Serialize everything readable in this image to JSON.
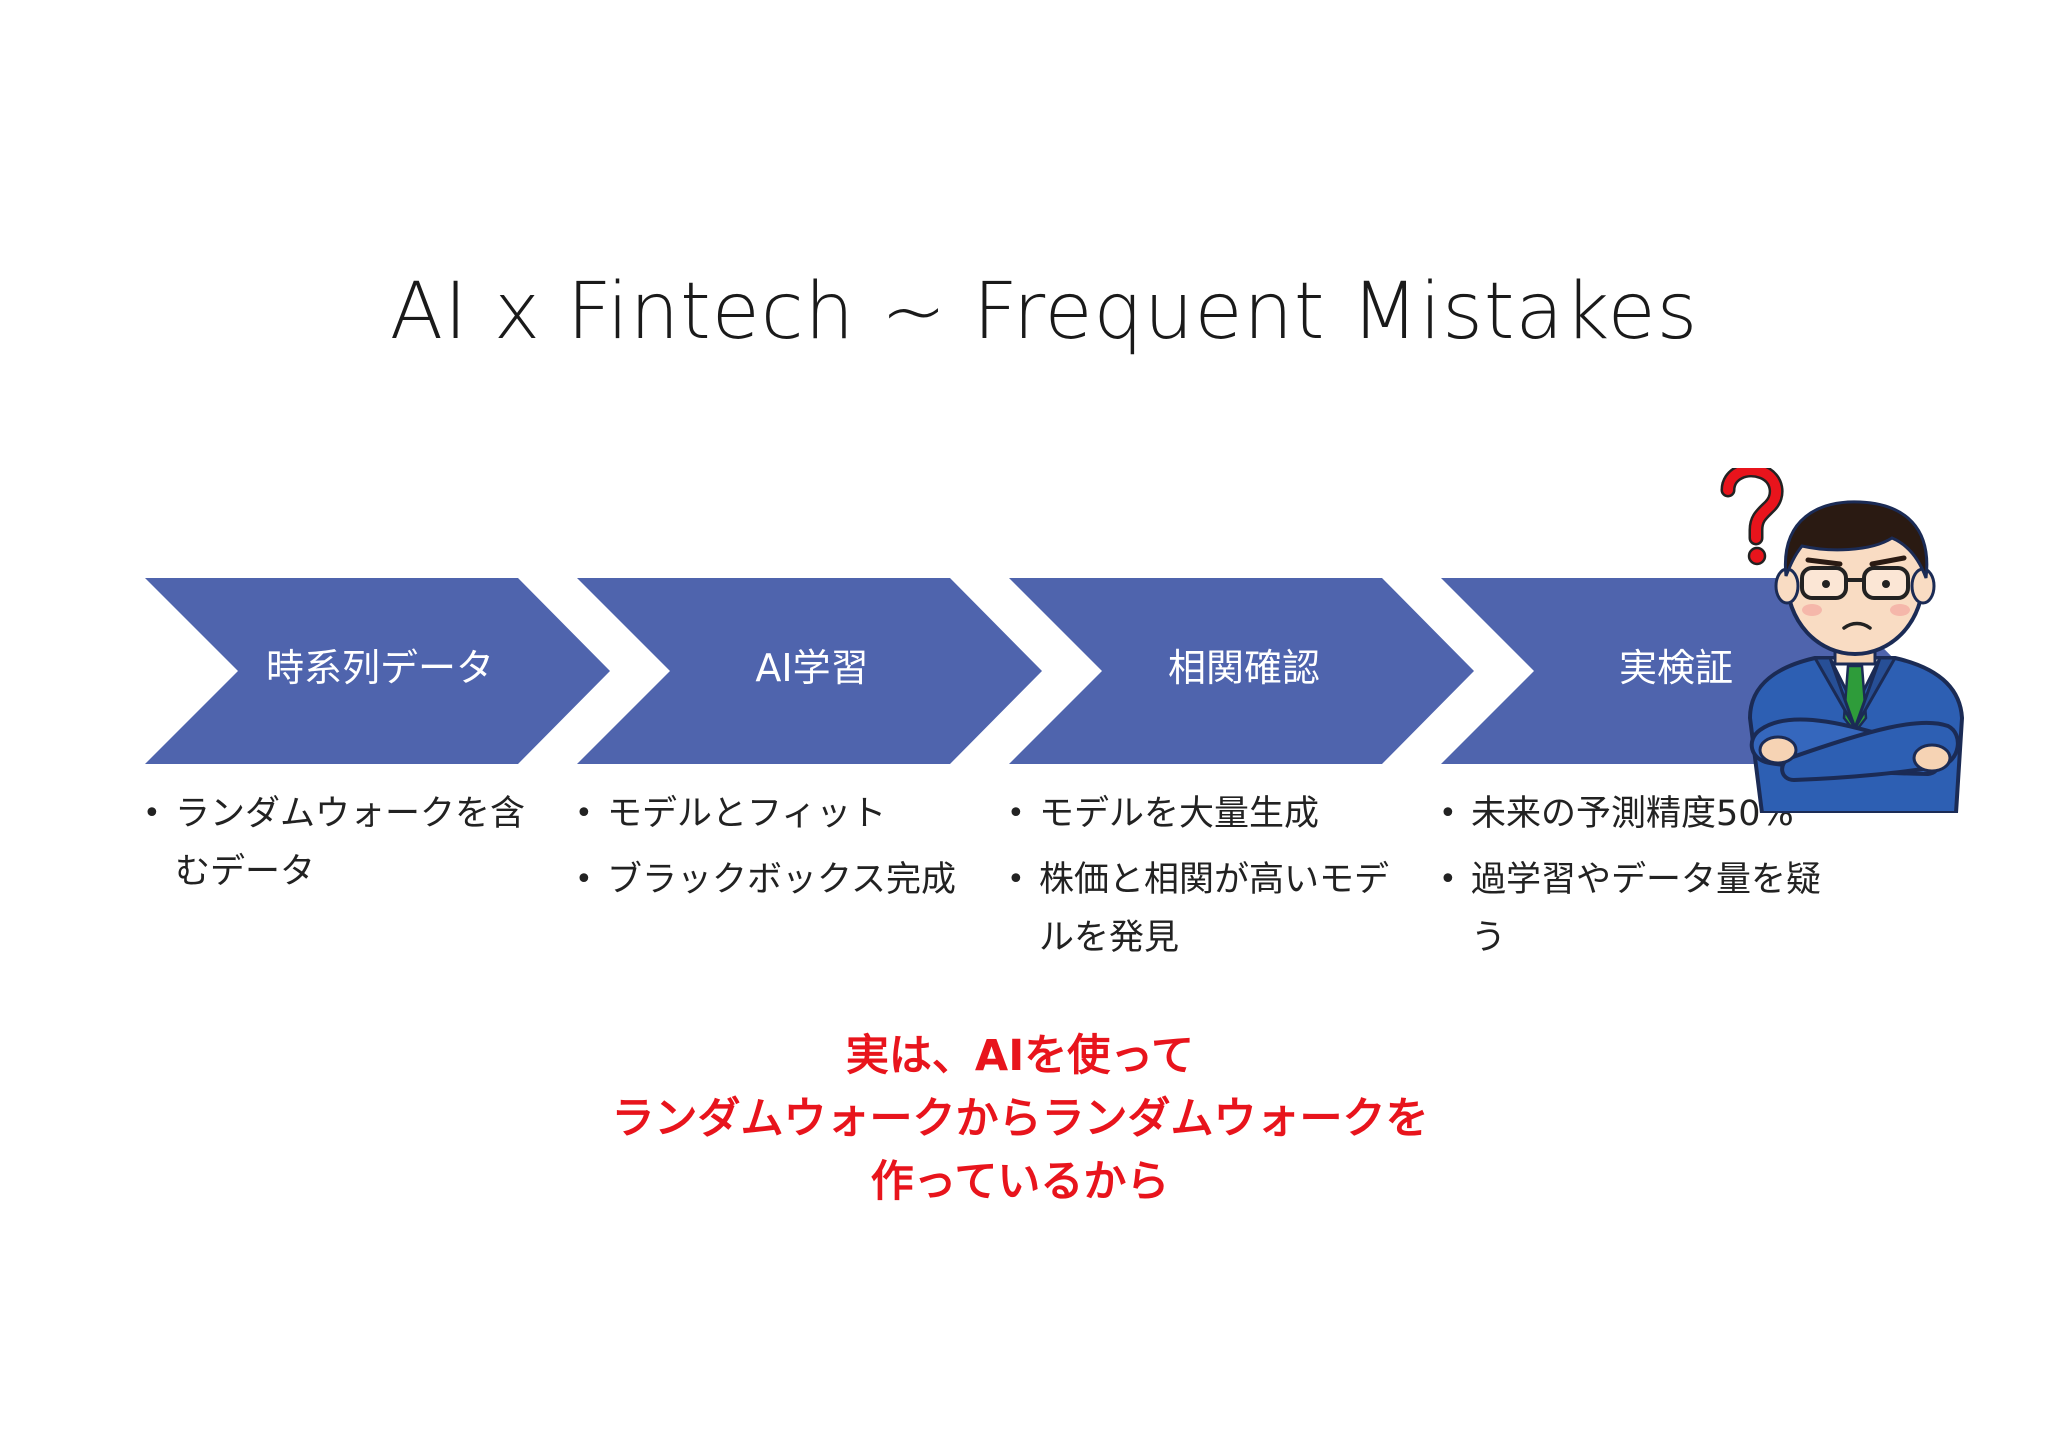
{
  "title": "AI x Fintech ~ Frequent Mistakes",
  "colors": {
    "chevron": "#4f64ad",
    "conclusion": "#e8141c",
    "question_mark": "#e8141c"
  },
  "steps": [
    {
      "label": "時系列データ",
      "bullets": [
        "ランダムウォークを含むデータ"
      ]
    },
    {
      "label": "AI学習",
      "bullets": [
        "モデルとフィット",
        "ブラックボックス完成"
      ]
    },
    {
      "label": "相関確認",
      "bullets": [
        "モデルを大量生成",
        "株価と相関が高いモデルを発見"
      ]
    },
    {
      "label": "実検証",
      "bullets": [
        "未来の予測精度50%",
        "過学習やデータ量を疑う"
      ]
    }
  ],
  "conclusion": {
    "line1": "実は、AIを使って",
    "line2": "ランダムウォークからランダムウォークを",
    "line3": "作っているから"
  },
  "illustration": {
    "icon": "confused-businessman-icon",
    "mark": "question-mark-icon"
  }
}
